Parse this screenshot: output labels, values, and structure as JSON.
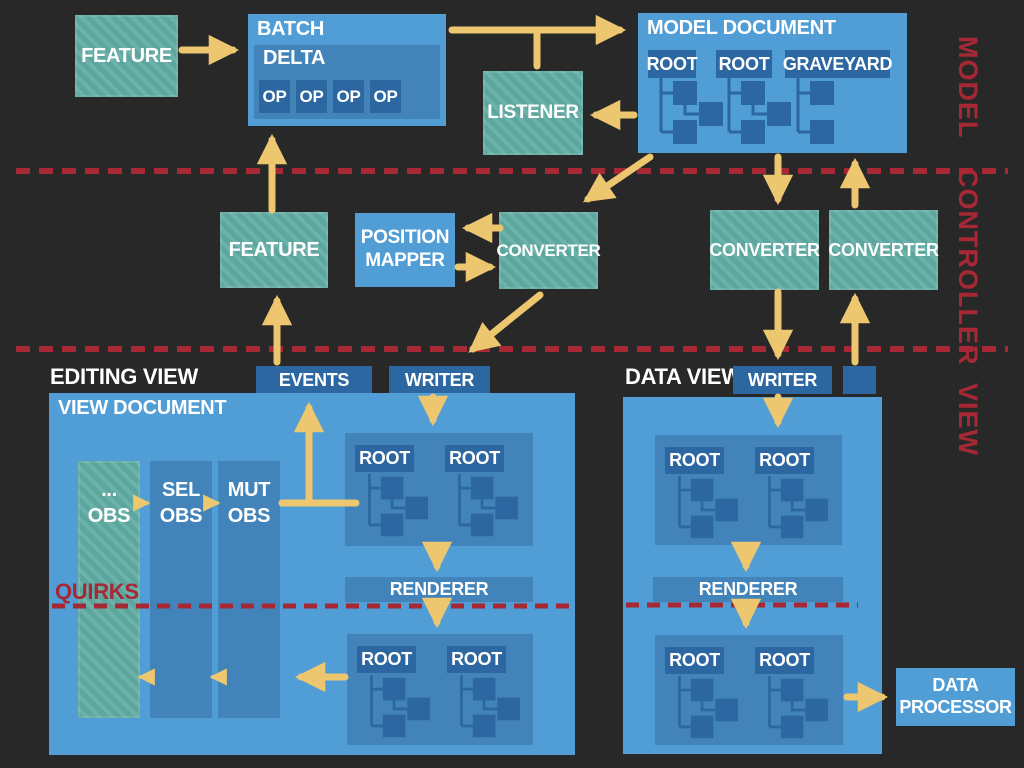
{
  "layers": {
    "model": "MODEL",
    "controller": "CONTROLLER",
    "view": "VIEW"
  },
  "model": {
    "feature_label": "FEATURE",
    "batch": {
      "title": "BATCH",
      "delta": {
        "title": "DELTA",
        "ops": [
          "OP",
          "OP",
          "OP",
          "OP"
        ]
      }
    },
    "listener_label": "LISTENER",
    "document": {
      "title": "MODEL DOCUMENT",
      "roots": [
        "ROOT",
        "ROOT",
        "GRAVEYARD"
      ]
    }
  },
  "controller": {
    "feature_label": "FEATURE",
    "position_mapper": {
      "line1": "POSITION",
      "line2": "MAPPER"
    },
    "converter_left": "CONVERTER",
    "converter_mid": "CONVERTER",
    "converter_right": "CONVERTER"
  },
  "editing_view": {
    "title": "EDITING VIEW",
    "events_label": "EVENTS",
    "writer_label": "WRITER",
    "document_title": "VIEW DOCUMENT",
    "observers": [
      {
        "line1": "...",
        "line2": "OBS"
      },
      {
        "line1": "SEL",
        "line2": "OBS"
      },
      {
        "line1": "MUT",
        "line2": "OBS"
      }
    ],
    "quirks_label": "QUIRKS",
    "renderer_label": "RENDERER",
    "upper_roots": [
      "ROOT",
      "ROOT"
    ],
    "lower_roots": [
      "ROOT",
      "ROOT"
    ]
  },
  "data_view": {
    "title": "DATA VIEW",
    "writer_label": "WRITER",
    "renderer_label": "RENDERER",
    "upper_roots": [
      "ROOT",
      "ROOT"
    ],
    "lower_roots": [
      "ROOT",
      "ROOT"
    ],
    "data_processor": {
      "line1": "DATA",
      "line2": "PROCESSOR"
    }
  },
  "colors": {
    "background": "#282828",
    "box_light": "#519dd5",
    "box_medium": "#4284b9",
    "box_dark": "#2d67a1",
    "teal": "#5ca69e",
    "teal_stripe": "#6bb2aa",
    "arrow_yellow": "#edc76f",
    "separator_red": "#a52834",
    "text": "#ffffff"
  }
}
